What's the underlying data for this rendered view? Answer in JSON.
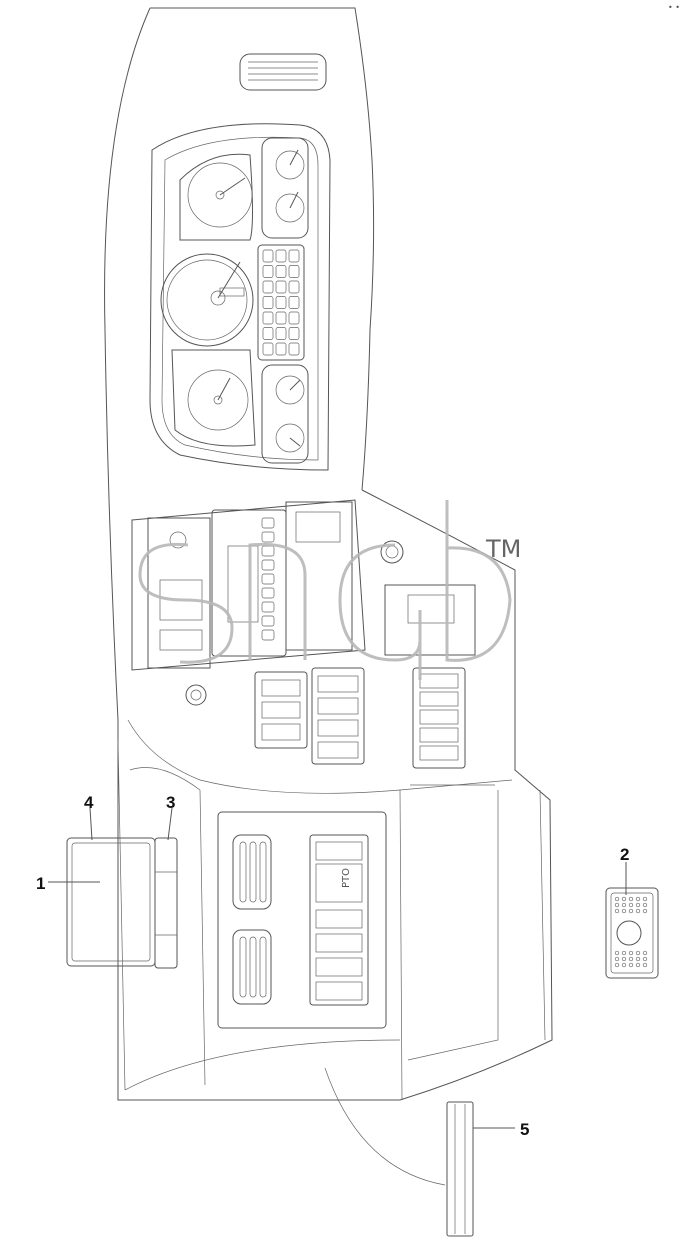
{
  "callouts": [
    "1",
    "2",
    "3",
    "4",
    "5"
  ],
  "panel_label_pto": "PTO",
  "watermark": {
    "trademark": "TM"
  },
  "top_right_mark": "• •"
}
